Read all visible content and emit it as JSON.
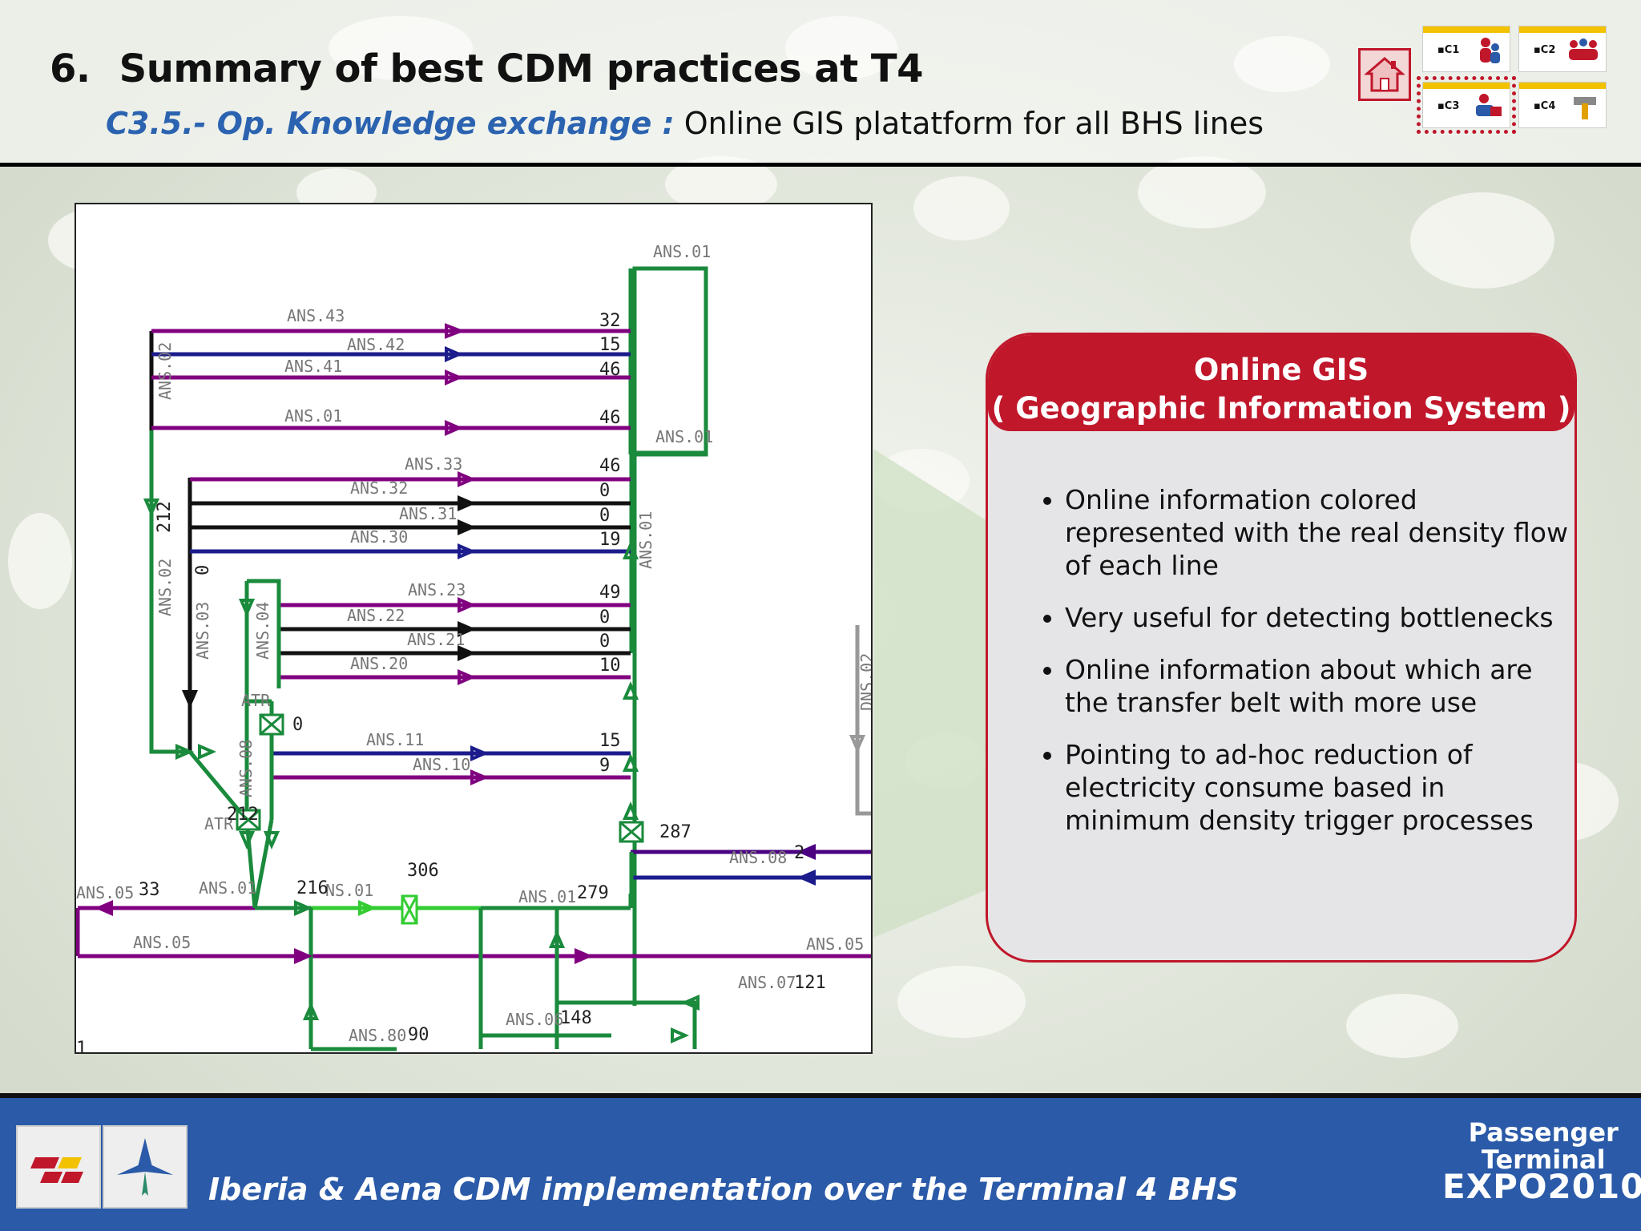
{
  "header": {
    "section_number": "6.",
    "title": "Summary of best CDM practices at T4",
    "subtitle_label": "C3.5.- Op. Knowledge exchange :",
    "subtitle_text": " Online GIS platatform for all BHS lines"
  },
  "nav": {
    "home_icon": "home-icon",
    "items": [
      {
        "label": "▪C1"
      },
      {
        "label": "▪C2"
      },
      {
        "label": "▪C3"
      },
      {
        "label": "▪C4"
      }
    ]
  },
  "callout": {
    "title_line1": "Online GIS",
    "title_line2": "( Geographic Information System )",
    "bullets": [
      "Online information colored represented with the real density flow of each line",
      "Very useful for detecting bottlenecks",
      "Online information about which are the transfer belt with more use",
      "Pointing to ad-hoc reduction of electricity consume based in minimum density trigger processes"
    ]
  },
  "diagram": {
    "labels": {
      "ans01_top": "ANS.01",
      "ans43": "ANS.43",
      "ans42": "ANS.42",
      "ans41": "ANS.41",
      "ans01_b": "ANS.01",
      "ans02_v": "ANS.02",
      "ans01_r": "ANS.01",
      "ans33": "ANS.33",
      "ans32": "ANS.32",
      "ans31": "ANS.31",
      "ans30": "ANS.30",
      "ans23": "ANS.23",
      "ans22": "ANS.22",
      "ans21": "ANS.21",
      "ans20": "ANS.20",
      "ans11": "ANS.11",
      "ans10": "ANS.10",
      "ans02_v2": "ANS.02",
      "ans03_v": "ANS.03",
      "ans04_v": "ANS.04",
      "ans01_v": "ANS.01",
      "atr1": "ATR",
      "atr2": "ATR",
      "ans08_v": "ANS.08",
      "ans05_l": "ANS.05",
      "ans01_m": "ANS.01",
      "ans01_m2": "NS.01",
      "ans01_m3": "ANS.01",
      "ans05_b": "ANS.05",
      "ans05_r": "ANS.05",
      "ans08_r": "ANS.08",
      "ans07": "ANS.07",
      "ans06": "ANS.06",
      "ans80": "ANS.80",
      "dns02": "DNS.02"
    },
    "counts": {
      "n32": "32",
      "n15a": "15",
      "n46a": "46",
      "n46b": "46",
      "n46c": "46",
      "n0a": "0",
      "n0b": "0",
      "n19": "19",
      "n49": "49",
      "n0c": "0",
      "n0d": "0",
      "n10": "10",
      "n15b": "15",
      "n9": "9",
      "n212": "212",
      "n0v": "0",
      "n0atr": "0",
      "n212b": "212",
      "n287": "287",
      "n2": "2",
      "n33": "33",
      "n216": "216",
      "n306": "306",
      "n279": "279",
      "n121": "121",
      "n148": "148",
      "n90": "90",
      "n1": "1"
    }
  },
  "footer": {
    "text": "Iberia & Aena CDM implementation over the Terminal 4 BHS",
    "expo_line1": "Passenger",
    "expo_line2": "Terminal",
    "expo_line3": "EXPO2010"
  }
}
